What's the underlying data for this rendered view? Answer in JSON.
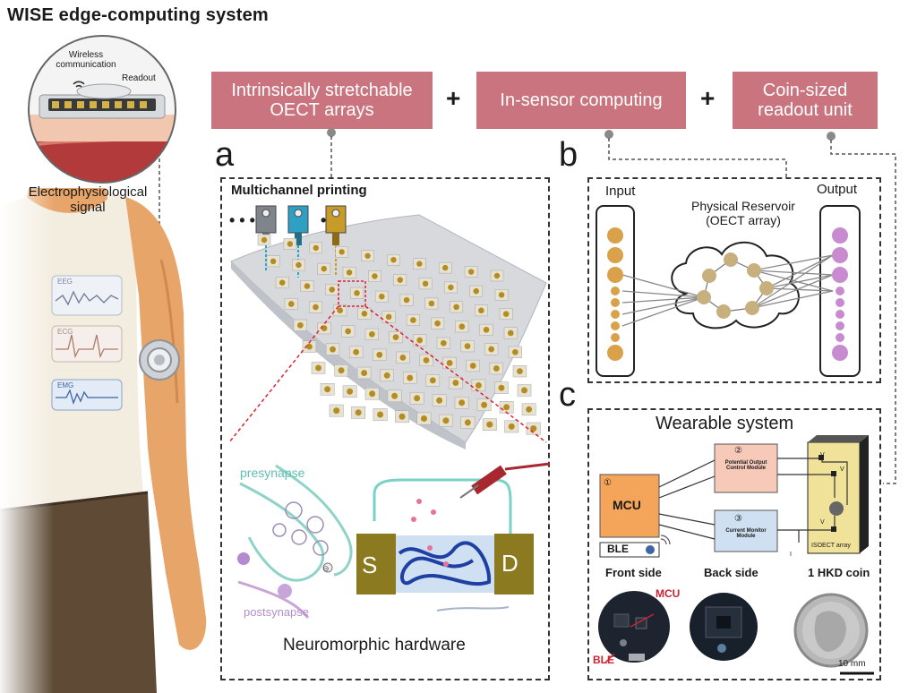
{
  "header": {
    "title": "WISE edge-computing system"
  },
  "pills": [
    {
      "label_line1": "Intrinsically stretchable",
      "label_line2": "OECT arrays"
    },
    {
      "label_line1": "In-sensor computing",
      "label_line2": ""
    },
    {
      "label_line1": "Coin-sized",
      "label_line2": "readout unit"
    }
  ],
  "plus_sign": "+",
  "body": {
    "inset_wireless_line1": "Wireless",
    "inset_wireless_line2": "communication",
    "inset_readout": "Readout",
    "signal_line1": "Electrophysiological",
    "signal_line2": "signal",
    "monitor_labels": [
      "EEG",
      "ECG",
      "EMG"
    ]
  },
  "panel_a": {
    "letter": "a",
    "printing_label": "Multichannel printing",
    "presynapse": "presynapse",
    "postsynapse": "postsynapse",
    "source": "S",
    "drain": "D",
    "caption": "Neuromorphic hardware"
  },
  "panel_b": {
    "letter": "b",
    "input": "Input",
    "output": "Output",
    "reservoir_line1": "Physical Reservoir",
    "reservoir_line2": "(OECT array)"
  },
  "panel_c": {
    "letter": "c",
    "title": "Wearable system",
    "mcu_num": "①",
    "mcu": "MCU",
    "ble": "BLE",
    "module2_num": "②",
    "module2_line1": "Potential Output",
    "module2_line2": "Control Module",
    "module3_num": "③",
    "module3_line1": "Current Monitor",
    "module3_line2": "Module",
    "isoect": "ISOECT array",
    "front": "Front side",
    "back": "Back side",
    "coin": "1 HKD coin",
    "photo_mcu": "MCU",
    "photo_ble": "BLE",
    "scale": "10 mm",
    "v1": "V",
    "v2": "V",
    "v3": "V",
    "id_label": "I"
  },
  "colors": {
    "pill": "#c9747f",
    "input_node": "#d9a24a",
    "output_node": "#c98bd0",
    "reservoir_node": "#c7b07e",
    "mcu": "#f5a55a",
    "module2": "#f6c9b9",
    "module3": "#cfe0f2",
    "isoect": "#f1e29a",
    "gold": "#8b7a1f",
    "skin": "#e8a56a",
    "trouser": "#5e4a35"
  }
}
